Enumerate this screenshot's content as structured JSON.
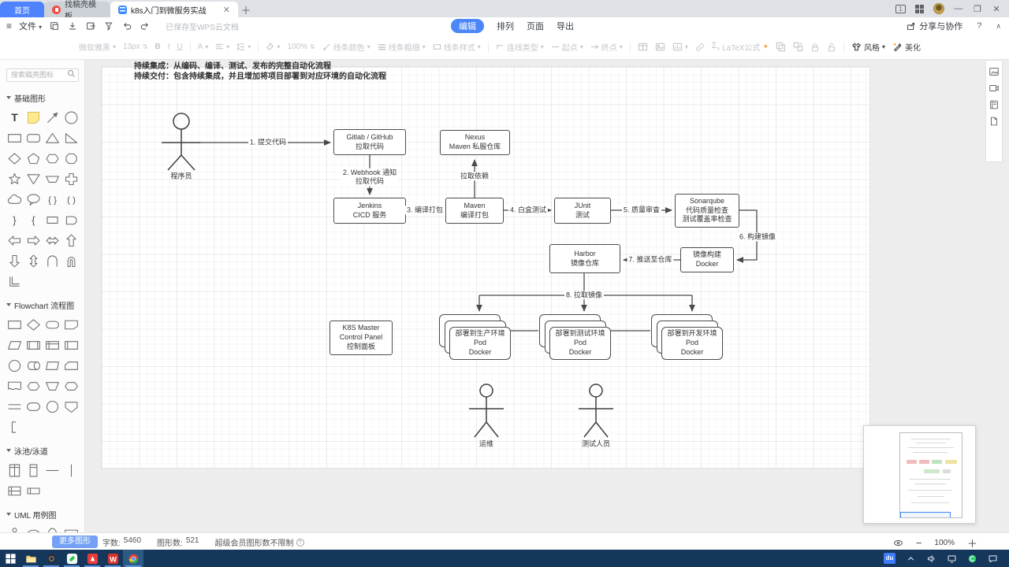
{
  "browser": {
    "tabs": [
      {
        "label": "首页"
      },
      {
        "label": "找稿壳模板"
      },
      {
        "label": "k8s入门到微服务实战"
      }
    ]
  },
  "menubar": {
    "file_label": "文件",
    "saved_status": "已保存至WPS云文档",
    "menus": [
      "编辑",
      "排列",
      "页面",
      "导出"
    ],
    "share_label": "分享与协作"
  },
  "toolbar": {
    "font_name": "微软雅黑",
    "font_size": "13px",
    "bold": "B",
    "italic": "I",
    "underline": "U",
    "font_color": "A",
    "opacity": "100%",
    "line_color": "线条颜色",
    "line_width": "线条粗细",
    "line_style": "线条样式",
    "connector_type": "连线类型",
    "start_point": "起点",
    "end_point": "终点",
    "latex": "LaTeX公式",
    "style_label": "风格",
    "beautify_label": "美化"
  },
  "sidebar": {
    "search_placeholder": "搜索稿壳图标",
    "more_button": "更多图形",
    "sections": [
      {
        "title": "基础图形",
        "shapes": [
          "text",
          "sticky-note",
          "pen",
          "circle",
          "rectangle",
          "rounded-rectangle",
          "triangle",
          "right-triangle",
          "diamond",
          "pentagon",
          "hexagon",
          "octagon",
          "star",
          "inverted-triangle",
          "trapezoid",
          "cross",
          "cloud",
          "speech-bubble",
          "braces",
          "parens",
          "brace-right",
          "brace-left",
          "rect-small",
          "d-shape",
          "arrow-left",
          "arrow-right",
          "arrow-double-h",
          "arrow-up",
          "arrow-down",
          "arrow-double-v",
          "u-shape",
          "u-shape-narrow",
          "angle"
        ]
      },
      {
        "title": "Flowchart 流程图",
        "shapes": [
          "fc-process",
          "fc-decision",
          "fc-terminator",
          "fc-display",
          "fc-data",
          "fc-predefined",
          "fc-internal",
          "fc-subroutine",
          "fc-connector",
          "fc-das",
          "fc-manual-op",
          "fc-card",
          "fc-document",
          "fc-rounded-hex",
          "fc-inv-trapezoid",
          "fc-preparation",
          "fc-double-line",
          "fc-stadium",
          "fc-circle",
          "fc-offpage",
          "fc-bracket"
        ]
      },
      {
        "title": "泳池/泳道",
        "shapes": [
          "pool-v",
          "lane-v",
          "line-h",
          "line-v",
          "pool-h",
          "lane-h"
        ]
      },
      {
        "title": "UML 用例图",
        "shapes": [
          "uml-actor",
          "uml-ellipse",
          "uml-oval",
          "uml-rect"
        ]
      }
    ]
  },
  "canvas": {
    "notes": [
      "持续集成：从编码、编译、测试、发布的完整自动化流程",
      "持续交付：包含持续集成，并且增加将项目部署到对应环境的自动化流程"
    ],
    "actors": [
      {
        "id": "programmer",
        "label": "程序员"
      },
      {
        "id": "ops",
        "label": "运维"
      },
      {
        "id": "tester",
        "label": "测试人员"
      }
    ],
    "nodes": {
      "gitlab": {
        "lines": [
          "Gitlab / GitHub",
          "拉取代码"
        ]
      },
      "nexus": {
        "lines": [
          "Nexus",
          "Maven 私服仓库"
        ]
      },
      "jenkins": {
        "lines": [
          "Jenkins",
          "CICD 服务"
        ]
      },
      "maven": {
        "lines": [
          "Maven",
          "编译打包"
        ]
      },
      "junit": {
        "lines": [
          "JUnit",
          "测试"
        ]
      },
      "sonarqube": {
        "lines": [
          "Sonarqube",
          "代码质量检查",
          "测试覆盖率检查"
        ]
      },
      "harbor": {
        "lines": [
          "Harbor",
          "镜像仓库"
        ]
      },
      "dockerbuild": {
        "lines": [
          "镜像构建",
          "Docker"
        ]
      },
      "k8s": {
        "lines": [
          "K8S Master",
          "Control Panel",
          "控制面板"
        ]
      },
      "prod": {
        "lines": [
          "部署到生产环境",
          "Pod",
          "Docker"
        ]
      },
      "test": {
        "lines": [
          "部署到测试环境",
          "Pod",
          "Docker"
        ]
      },
      "dev": {
        "lines": [
          "部署到开发环境",
          "Pod",
          "Docker"
        ]
      }
    },
    "edge_labels": {
      "e1": "1. 提交代码",
      "e2": [
        "2. Webhook 通知",
        "拉取代码"
      ],
      "e3": "拉取依赖",
      "e4": "3. 编译打包",
      "e5": "4. 白盒测试",
      "e6": "5. 质量审查",
      "e7": "6. 构建镜像",
      "e8": "7. 推送至仓库",
      "e9": "8. 拉取镜像"
    }
  },
  "statusbar": {
    "word_count_label": "字数:",
    "word_count": "5460",
    "shape_count_label": "图形数:",
    "shape_count": "521",
    "vip_note": "超级会员图形数不限制",
    "zoom": "100%"
  },
  "taskbar": {
    "ime_badge": "du"
  }
}
